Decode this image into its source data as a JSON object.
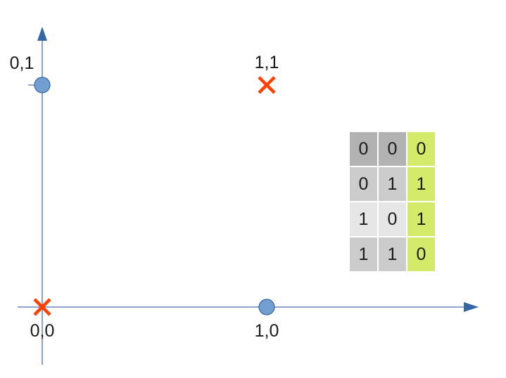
{
  "points": [
    {
      "label": "0,0",
      "x": 0,
      "y": 0,
      "marker": "cross"
    },
    {
      "label": "0,1",
      "x": 0,
      "y": 1,
      "marker": "circle"
    },
    {
      "label": "1,0",
      "x": 1,
      "y": 0,
      "marker": "circle"
    },
    {
      "label": "1,1",
      "x": 1,
      "y": 1,
      "marker": "cross"
    }
  ],
  "table": {
    "rows": [
      [
        "0",
        "0",
        "0"
      ],
      [
        "0",
        "1",
        "1"
      ],
      [
        "1",
        "0",
        "1"
      ],
      [
        "1",
        "1",
        "0"
      ]
    ]
  },
  "colors": {
    "axis": "#4a72b2",
    "circle_fill": "#729fcf",
    "circle_stroke": "#3465a4",
    "cross": "#ff4000",
    "output_column": "#d4ea6b",
    "input_row_backgrounds": [
      "#b2b2b2",
      "#cccccc",
      "#e6e6e6",
      "#cccccc"
    ]
  }
}
